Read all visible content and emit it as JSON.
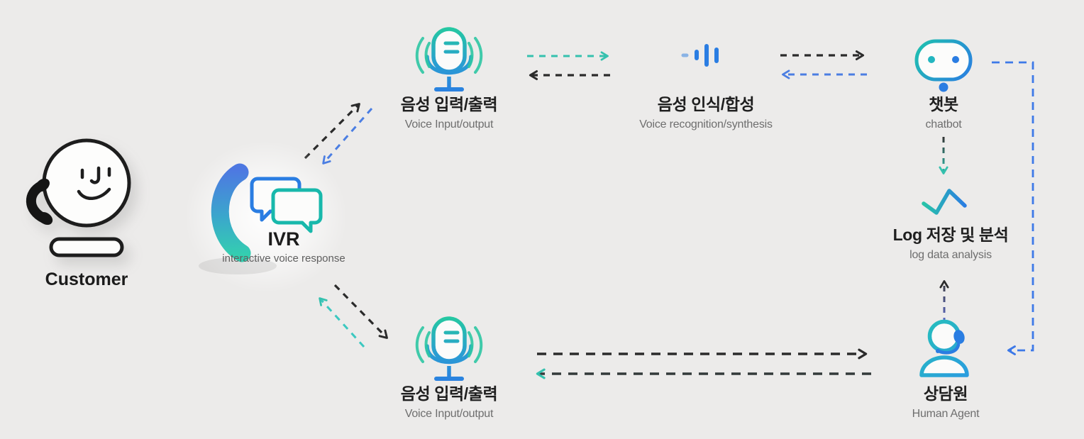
{
  "diagram_title": "IVR chatbot call flow diagram",
  "colors": {
    "background": "#ecebea",
    "dark_arrow": "#2b2b2b",
    "teal_arrow": "#35c1ae",
    "blue_arrow": "#4b7ee2",
    "bypass_blue_arrow": "#3d79e8",
    "purple_arrow": "#5d6bce",
    "icon_blue": "#2a7de2",
    "icon_teal": "#25c9a0",
    "subtext": "#6e6e6e"
  },
  "nodes": {
    "customer": {
      "label": "Customer"
    },
    "ivr": {
      "label": "IVR",
      "sublabel": "interactive voice response"
    },
    "voice_io_top": {
      "label": "음성 입력/출력",
      "sublabel": "Voice Input/output"
    },
    "voice_recognition": {
      "label": "음성 인식/합성",
      "sublabel": "Voice recognition/synthesis"
    },
    "chatbot": {
      "label": "챗봇",
      "sublabel": "chatbot"
    },
    "log_analysis": {
      "label": "Log 저장 및 분석",
      "sublabel": "log data analysis"
    },
    "agent": {
      "label": "상담원",
      "sublabel": "Human Agent"
    },
    "voice_io_bottom": {
      "label": "음성 입력/출력",
      "sublabel": "Voice Input/output"
    }
  }
}
